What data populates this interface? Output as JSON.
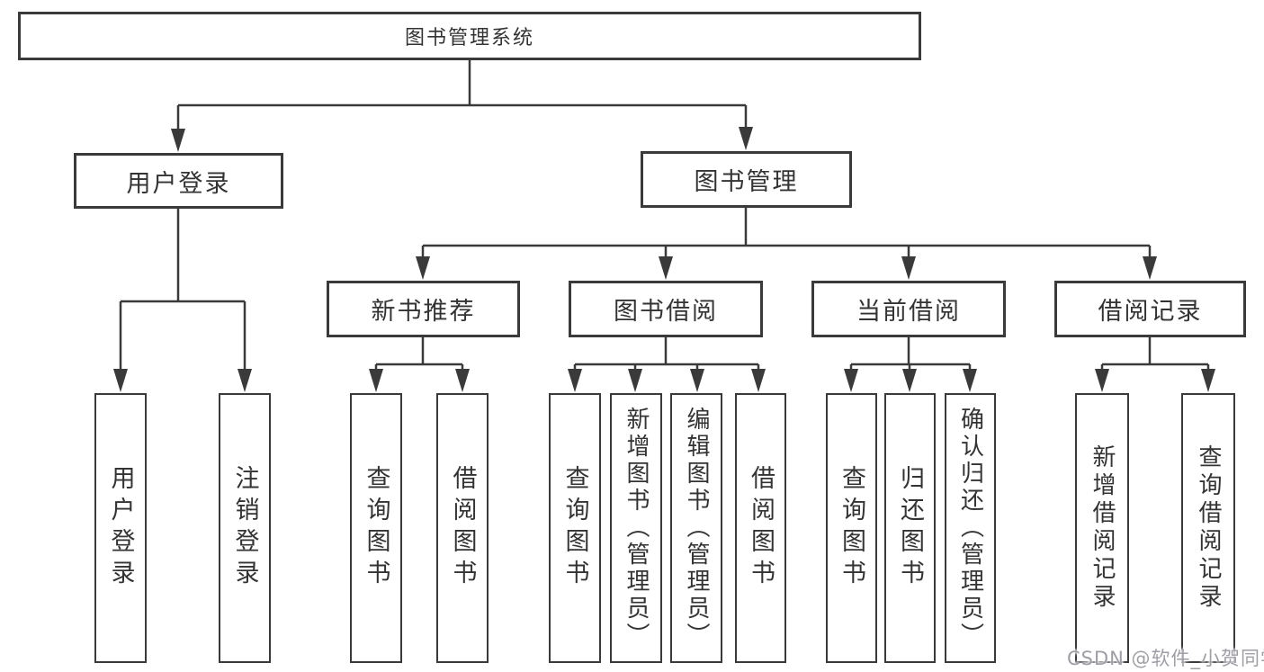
{
  "tree": {
    "label": "图书管理系统",
    "children": [
      {
        "label": "用户登录",
        "children": [
          {
            "label": "用户登录"
          },
          {
            "label": "注销登录"
          }
        ]
      },
      {
        "label": "图书管理",
        "children": [
          {
            "label": "新书推荐",
            "children": [
              {
                "label": "查询图书"
              },
              {
                "label": "借阅图书"
              }
            ]
          },
          {
            "label": "图书借阅",
            "children": [
              {
                "label": "查询图书"
              },
              {
                "label": "新增图书（管理员）"
              },
              {
                "label": "编辑图书（管理员）"
              },
              {
                "label": "借阅图书"
              }
            ]
          },
          {
            "label": "当前借阅",
            "children": [
              {
                "label": "查询图书"
              },
              {
                "label": "归还图书"
              },
              {
                "label": "确认归还（管理员）"
              }
            ]
          },
          {
            "label": "借阅记录",
            "children": [
              {
                "label": "新增借阅记录"
              },
              {
                "label": "查询借阅记录"
              }
            ]
          }
        ]
      }
    ]
  },
  "watermark": {
    "text": "CSDN @软件_小贺同学"
  },
  "colors": {
    "line": "#3a3a3a",
    "text": "#333333",
    "watermark": "#9e9ea6",
    "background": "#ffffff"
  }
}
